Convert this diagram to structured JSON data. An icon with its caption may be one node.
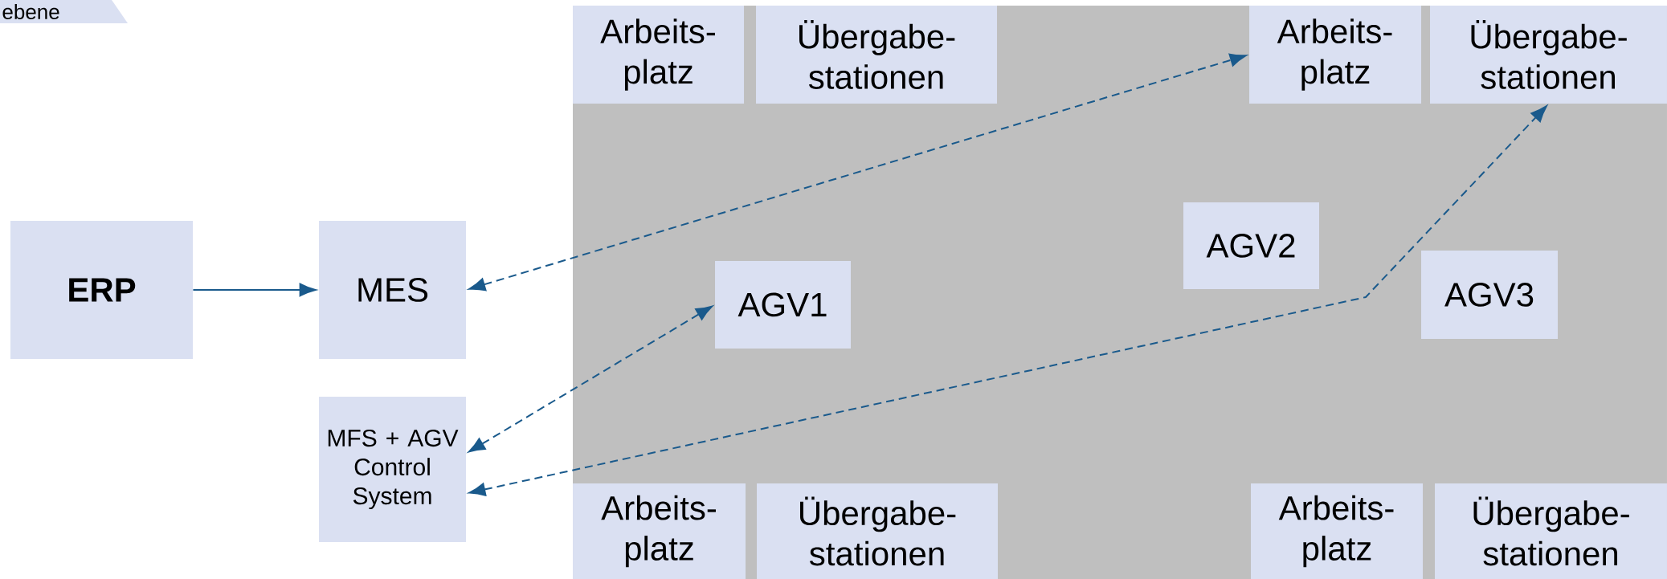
{
  "diagram": {
    "nodes": [
      {
        "text": [
          "ebene"
        ]
      },
      {
        "text": [
          "**ERP**"
        ]
      },
      {
        "text": [
          "MES"
        ]
      },
      {
        "text": [
          "MFS + AGV Control System"
        ]
      },
      {
        "text": [],
        "shape": "box"
      },
      {
        "text": [
          "Arbeits- platz"
        ],
        "in": 4
      },
      {
        "text": [
          "Übergabe- stationen"
        ],
        "in": 4
      },
      {
        "text": [
          "Arbeits- platz"
        ],
        "in": 4
      },
      {
        "text": [
          "Übergabe- stationen"
        ],
        "in": 4
      },
      {
        "text": [
          "AGV1"
        ],
        "in": 4
      },
      {
        "text": [
          "AGV2"
        ],
        "in": 4
      },
      {
        "text": [
          "AGV3"
        ],
        "in": 4
      },
      {
        "text": [
          "Arbeits- platz"
        ],
        "in": 4
      },
      {
        "text": [
          "Übergabe- stationen"
        ],
        "in": 4
      },
      {
        "text": [
          "Arbeits- platz"
        ],
        "in": 4
      },
      {
        "text": [
          "Übergabe- stationen"
        ],
        "in": 4
      }
    ],
    "edges": [
      {
        "from": 1,
        "to": 2,
        "arrow": "to"
      },
      {
        "from": 2,
        "to": 7,
        "arrow": "both",
        "style": "dashed"
      },
      {
        "from": 3,
        "to": 9,
        "arrow": "both",
        "style": "dashed"
      },
      {
        "from": 3,
        "to": 8,
        "arrow": "both",
        "style": "dashed"
      }
    ]
  }
}
